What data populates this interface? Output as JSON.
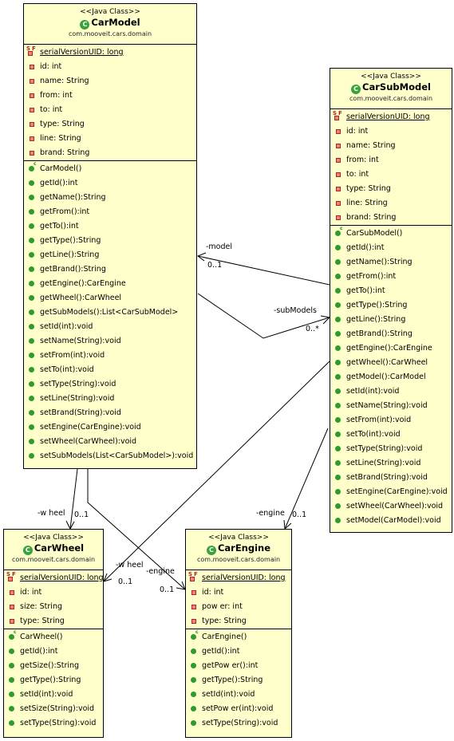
{
  "classes": {
    "carmodel": {
      "stereotype": "<<Java Class>>",
      "name": "CarModel",
      "package": "com.mooveit.cars.domain",
      "fields": [
        "serialVersionUID: long",
        "id: int",
        "name: String",
        "from: int",
        "to: int",
        "type: String",
        "line: String",
        "brand: String"
      ],
      "methods": [
        "CarModel()",
        "getId():int",
        "getName():String",
        "getFrom():int",
        "getTo():int",
        "getType():String",
        "getLine():String",
        "getBrand():String",
        "getEngine():CarEngine",
        "getWheel():CarWheel",
        "getSubModels():List<CarSubModel>",
        "setId(int):void",
        "setName(String):void",
        "setFrom(int):void",
        "setTo(int):void",
        "setType(String):void",
        "setLine(String):void",
        "setBrand(String):void",
        "setEngine(CarEngine):void",
        "setWheel(CarWheel):void",
        "setSubModels(List<CarSubModel>):void"
      ]
    },
    "carsubmodel": {
      "stereotype": "<<Java Class>>",
      "name": "CarSubModel",
      "package": "com.mooveit.cars.domain",
      "fields": [
        "serialVersionUID: long",
        "id: int",
        "name: String",
        "from: int",
        "to: int",
        "type: String",
        "line: String",
        "brand: String"
      ],
      "methods": [
        "CarSubModel()",
        "getId():int",
        "getName():String",
        "getFrom():int",
        "getTo():int",
        "getType():String",
        "getLine():String",
        "getBrand():String",
        "getEngine():CarEngine",
        "getWheel():CarWheel",
        "getModel():CarModel",
        "setId(int):void",
        "setName(String):void",
        "setFrom(int):void",
        "setTo(int):void",
        "setType(String):void",
        "setLine(String):void",
        "setBrand(String):void",
        "setEngine(CarEngine):void",
        "setWheel(CarWheel):void",
        "setModel(CarModel):void"
      ]
    },
    "carwheel": {
      "stereotype": "<<Java Class>>",
      "name": "CarWheel",
      "package": "com.mooveit.cars.domain",
      "fields": [
        "serialVersionUID: long",
        "id: int",
        "size: String",
        "type: String"
      ],
      "methods": [
        "CarWheel()",
        "getId():int",
        "getSize():String",
        "getType():String",
        "setId(int):void",
        "setSize(String):void",
        "setType(String):void"
      ]
    },
    "carengine": {
      "stereotype": "<<Java Class>>",
      "name": "CarEngine",
      "package": "com.mooveit.cars.domain",
      "fields": [
        "serialVersionUID: long",
        "id: int",
        "pow er: int",
        "type: String"
      ],
      "methods": [
        "CarEngine()",
        "getId():int",
        "getPow er():int",
        "getType():String",
        "setId(int):void",
        "setPow er(int):void",
        "setType(String):void"
      ]
    }
  },
  "edges": {
    "model": {
      "role": "-model",
      "multiplicity": "0..1"
    },
    "submodels": {
      "role": "-subModels",
      "multiplicity": "0..*"
    },
    "carmodel_wheel": {
      "role": "-w heel",
      "multiplicity": "0..1"
    },
    "carmodel_engine": {
      "role": "-engine",
      "multiplicity": "0..1"
    },
    "submodel_wheel": {
      "role": "-w heel",
      "multiplicity": "0..1"
    },
    "submodel_engine": {
      "role": "-engine",
      "multiplicity": "0..1"
    }
  }
}
